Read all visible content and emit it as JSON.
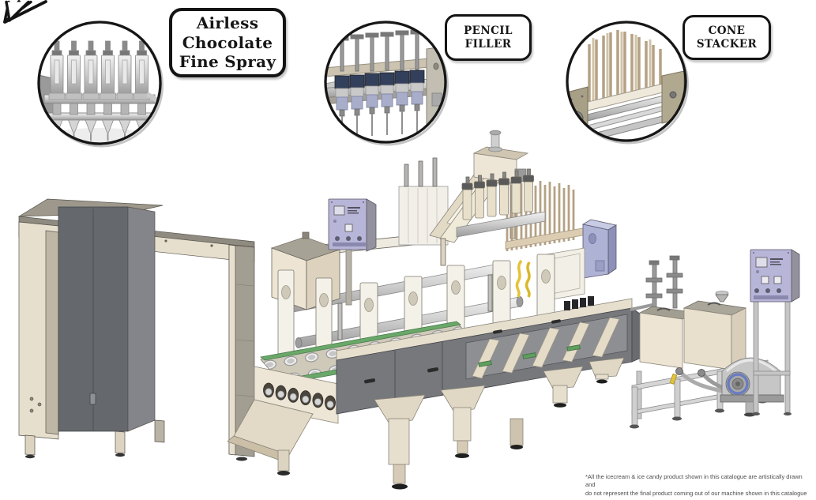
{
  "callouts": {
    "chocolate_spray": {
      "line1": "Airless",
      "line2": "Chocolate",
      "line3": "Fine Spray"
    },
    "pencil_filler": {
      "line1": "PENCIL",
      "line2": "FILLER"
    },
    "cone_stacker": {
      "line1": "CONE",
      "line2": "STACKER"
    }
  },
  "disclaimer": {
    "line1": "*All the icecream & ice candy product shown in this catalogue are artistically drawn and",
    "line2": "do not represent the final product coming out of our machine shown in this catalogue"
  },
  "illustration": {
    "detail_views": [
      "airless-chocolate-fine-spray",
      "pencil-filler",
      "cone-stacker"
    ],
    "machine_sections": [
      "cup-elevator-gantry",
      "cup-dispenser-unit",
      "filling-machine-superstructure",
      "conveyor-tunnel",
      "chocolate-tank-pump-unit"
    ]
  },
  "colors": {
    "cream_panel": "#EAE2D1",
    "dark_door_gray": "#65686C",
    "conveyor_panel_gray": "#77787C",
    "control_panel_lavender": "#B7B5D8",
    "stacker_rod_tan": "#B5A184",
    "belt_green": "#69A869",
    "hose_yellow": "#E3C437",
    "pump_blue": "#6A7CC0",
    "outline_black": "#161616"
  }
}
